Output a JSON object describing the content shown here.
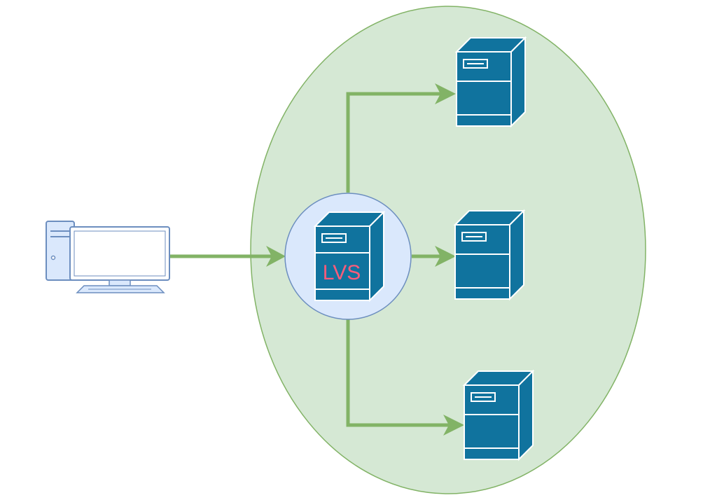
{
  "diagram": {
    "title": "",
    "nodes": {
      "client": {
        "icon": "desktop-computer-icon"
      },
      "load_balancer": {
        "icon": "server-icon",
        "label": "LVS"
      },
      "backends": [
        {
          "icon": "server-icon"
        },
        {
          "icon": "server-icon"
        },
        {
          "icon": "server-icon"
        }
      ]
    },
    "edges": [
      {
        "from": "client",
        "to": "load_balancer"
      },
      {
        "from": "load_balancer",
        "to": "backend-1"
      },
      {
        "from": "load_balancer",
        "to": "backend-2"
      },
      {
        "from": "load_balancer",
        "to": "backend-3"
      }
    ]
  },
  "colors": {
    "cluster_fill": "#d5e8d4",
    "cluster_stroke": "#82b366",
    "lb_circle_fill": "#dae8fc",
    "lb_circle_stroke": "#6c8ebf",
    "server_fill": "#10739e",
    "arrow": "#82b366",
    "lvs_text": "#ff5c7a",
    "computer_stroke": "#6c8ebf",
    "computer_fill": "#dae8fc"
  }
}
